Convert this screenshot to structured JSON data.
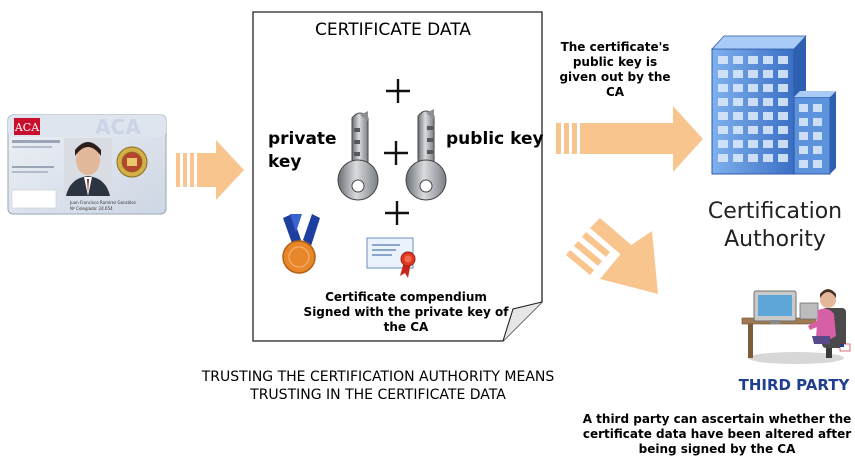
{
  "certificate": {
    "title": "CERTIFICATE DATA",
    "private_key_label": "private key",
    "public_key_label": "public key",
    "plus_symbol": "+",
    "compendium_label": "Certificate compendium Signed with the private key of the CA"
  },
  "id_card": {
    "logo_text": "ACA",
    "watermark": "ACA",
    "holder_name": "Juan Francisco Ramírez González",
    "registration": "Nº Colegiado: 24.654"
  },
  "certification_authority": {
    "note": "The certificate's public key is given out by the CA",
    "label": "Certification Authority"
  },
  "trust": {
    "line1": "TRUSTING THE CERTIFICATION AUTHORITY MEANS",
    "line2": "TRUSTING IN THE CERTIFICATE DATA"
  },
  "third_party": {
    "label": "THIRD PARTY",
    "note": "A third party can ascertain whether the certificate data have been altered after being signed by the CA"
  },
  "colors": {
    "arrow": "#f9c58f",
    "building": "#4f86d6",
    "medal": "#e8862a",
    "ribbon": "#1f3fa0",
    "third_party_text": "#203f8f",
    "card_red": "#c8102e"
  }
}
